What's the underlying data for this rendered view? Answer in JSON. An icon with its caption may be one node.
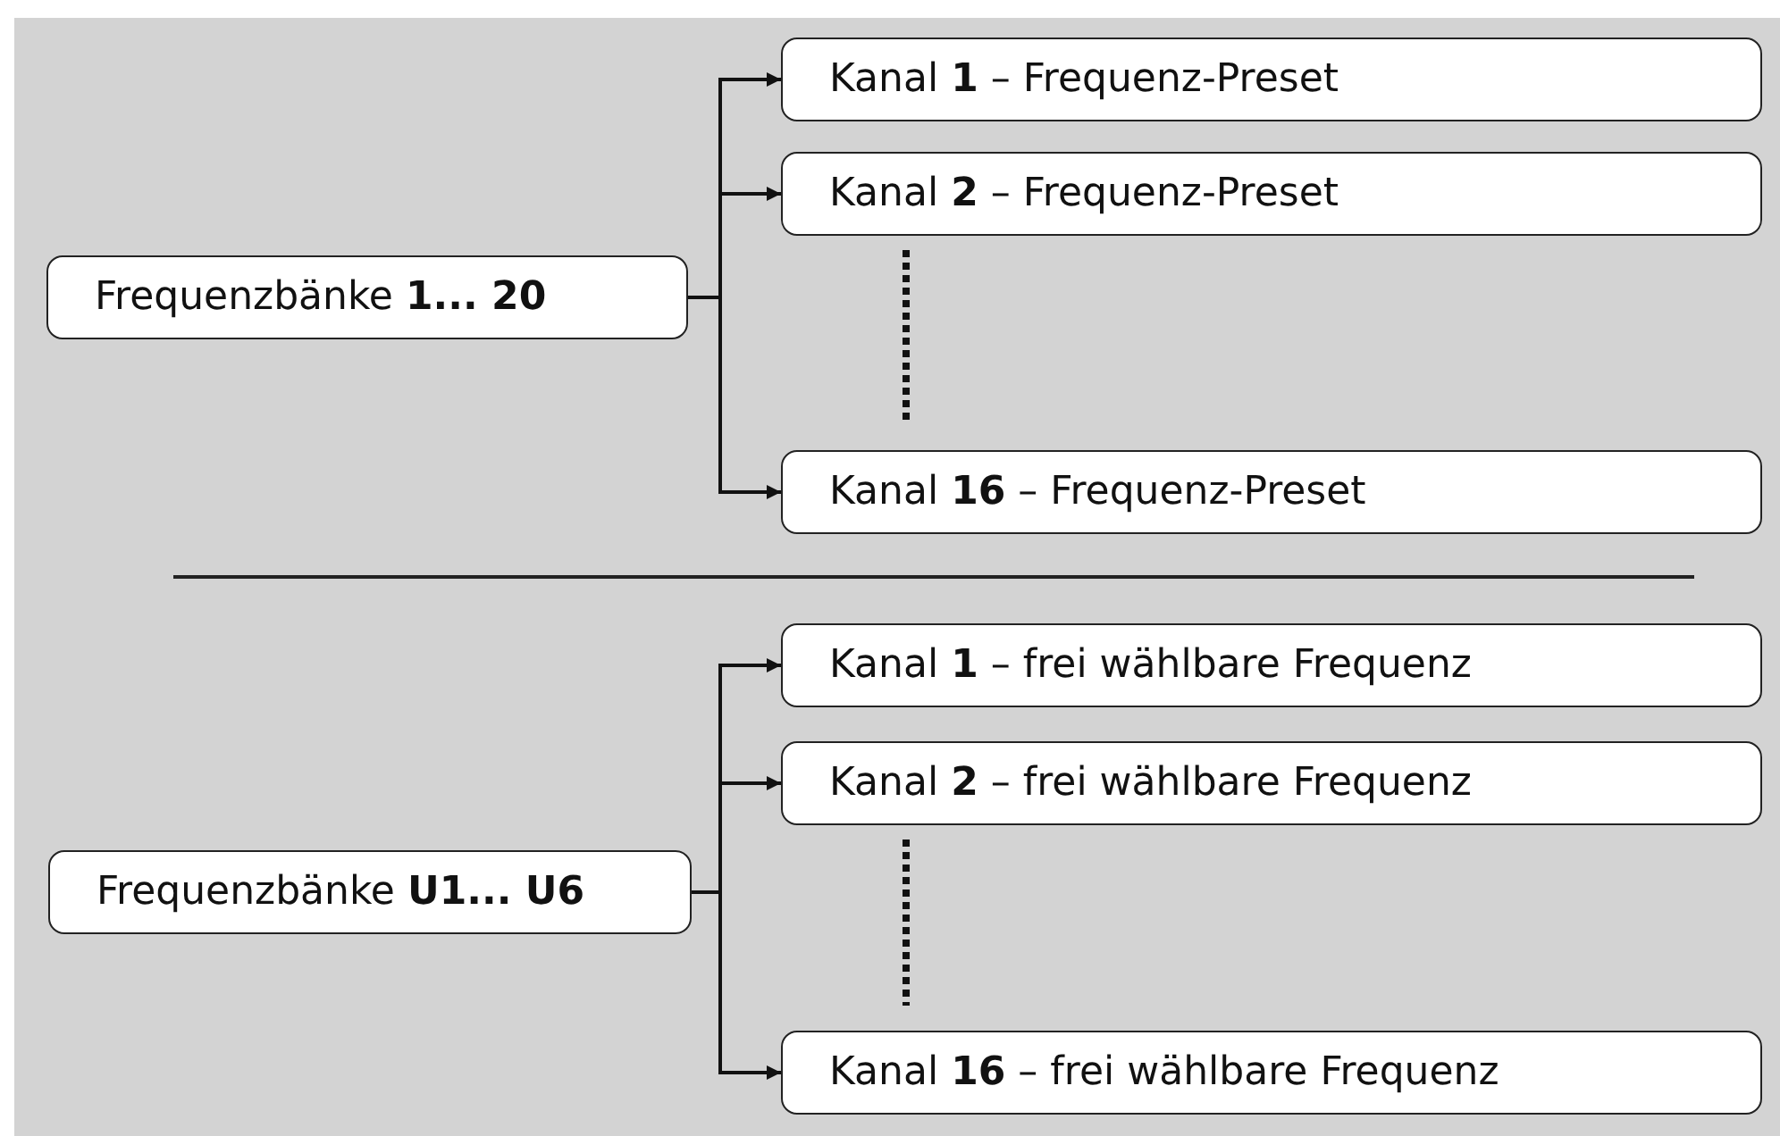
{
  "diagram": {
    "nodes": [
      {
        "text": [
          "Frequenzbänke **1... 20**"
        ]
      },
      {
        "text": [
          "Kanal **1** – Frequenz-Preset"
        ]
      },
      {
        "text": [
          "Kanal **2** – Frequenz-Preset"
        ]
      },
      {
        "text": [
          "Kanal **16** – Frequenz-Preset"
        ]
      },
      {
        "text": [
          "Frequenzbänke **U1... U6**"
        ]
      },
      {
        "text": [
          "Kanal **1** – frei wählbare Frequenz"
        ]
      },
      {
        "text": [
          "Kanal **2** – frei wählbare Frequenz"
        ]
      },
      {
        "text": [
          "Kanal **16** – frei wählbare Frequenz"
        ]
      }
    ],
    "edges": [
      {
        "from": 0,
        "to": 1,
        "arrow": "to"
      },
      {
        "from": 0,
        "to": 2,
        "arrow": "to"
      },
      {
        "from": 0,
        "to": 3,
        "arrow": "to"
      },
      {
        "from": 4,
        "to": 5,
        "arrow": "to"
      },
      {
        "from": 4,
        "to": 6,
        "arrow": "to"
      },
      {
        "from": 4,
        "to": 7,
        "arrow": "to"
      }
    ]
  }
}
